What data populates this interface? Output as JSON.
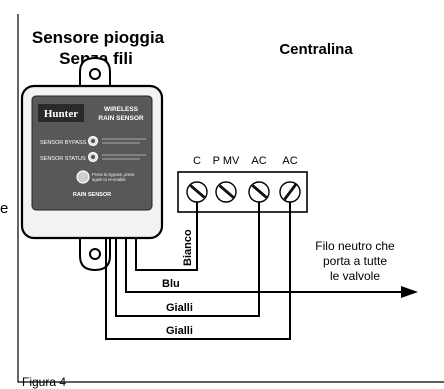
{
  "titles": {
    "sensor_line1": "Sensore pioggia",
    "sensor_line2": "Senza fili",
    "controller": "Centralina",
    "figure": "Figura 4",
    "edge_letter": "e"
  },
  "device": {
    "brand": "Hunter",
    "model_line1": "WIRELESS",
    "model_line2": "RAIN SENSOR",
    "bypass_label": "SENSOR BYPASS",
    "status_label": "SENSOR STATUS",
    "button_hint_1": "Press to bypass, press",
    "button_hint_2": "again to re-enable",
    "footer": "RAIN SENSOR"
  },
  "terminals": {
    "labels": [
      "C",
      "P MV",
      "AC",
      "AC"
    ]
  },
  "wires": {
    "bianco": "Bianco",
    "blu": "Blu",
    "gialli_1": "Gialli",
    "gialli_2": "Gialli"
  },
  "note": {
    "line1": "Filo neutro che",
    "line2": "porta a tutte",
    "line3": "le valvole"
  }
}
